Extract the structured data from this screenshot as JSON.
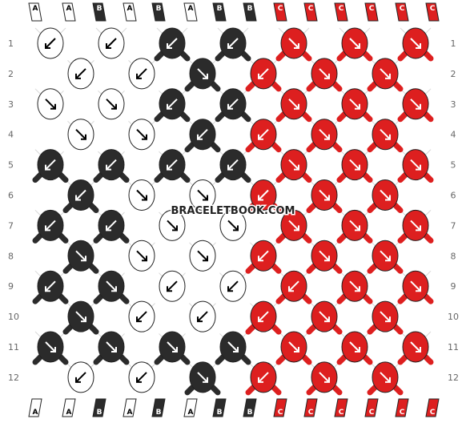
{
  "watermark": "BRACELETBOOK.COM",
  "colors": {
    "A": "#ffffff",
    "B": "#2b2b2b",
    "C": "#dd1f1f",
    "outline": "#222222",
    "guide": "#d8d8d8"
  },
  "string_labels_top": [
    "A",
    "A",
    "B",
    "A",
    "B",
    "A",
    "B",
    "B",
    "C",
    "C",
    "C",
    "C",
    "C",
    "C"
  ],
  "string_labels_bottom": [
    "A",
    "A",
    "B",
    "A",
    "B",
    "A",
    "B",
    "B",
    "C",
    "C",
    "C",
    "C",
    "C",
    "C"
  ],
  "row_labels": [
    "1",
    "2",
    "3",
    "4",
    "5",
    "6",
    "7",
    "8",
    "9",
    "10",
    "11",
    "12"
  ],
  "knot_rows": [
    [
      {
        "c": "A",
        "d": "f"
      },
      {
        "c": "A",
        "d": "f"
      },
      {
        "c": "B",
        "d": "f"
      },
      {
        "c": "B",
        "d": "f"
      },
      {
        "c": "C",
        "d": "b"
      },
      {
        "c": "C",
        "d": "b"
      },
      {
        "c": "C",
        "d": "b"
      }
    ],
    [
      {
        "c": "A",
        "d": "fb"
      },
      {
        "c": "A",
        "d": "fb"
      },
      {
        "c": "B",
        "d": "b"
      },
      {
        "c": "C",
        "d": "f"
      },
      {
        "c": "C",
        "d": "b"
      },
      {
        "c": "C",
        "d": "b"
      }
    ],
    [
      {
        "c": "A",
        "d": "b"
      },
      {
        "c": "A",
        "d": "b"
      },
      {
        "c": "B",
        "d": "f"
      },
      {
        "c": "B",
        "d": "f"
      },
      {
        "c": "C",
        "d": "b"
      },
      {
        "c": "C",
        "d": "b"
      },
      {
        "c": "C",
        "d": "b"
      }
    ],
    [
      {
        "c": "A",
        "d": "b"
      },
      {
        "c": "A",
        "d": "b"
      },
      {
        "c": "B",
        "d": "f"
      },
      {
        "c": "C",
        "d": "f"
      },
      {
        "c": "C",
        "d": "b"
      },
      {
        "c": "C",
        "d": "b"
      }
    ],
    [
      {
        "c": "B",
        "d": "f"
      },
      {
        "c": "B",
        "d": "f"
      },
      {
        "c": "B",
        "d": "f"
      },
      {
        "c": "B",
        "d": "f"
      },
      {
        "c": "C",
        "d": "b"
      },
      {
        "c": "C",
        "d": "b"
      },
      {
        "c": "C",
        "d": "b"
      }
    ],
    [
      {
        "c": "B",
        "d": "f"
      },
      {
        "c": "A",
        "d": "b"
      },
      {
        "c": "A",
        "d": "b"
      },
      {
        "c": "C",
        "d": "f"
      },
      {
        "c": "C",
        "d": "b"
      },
      {
        "c": "C",
        "d": "b"
      }
    ],
    [
      {
        "c": "B",
        "d": "f"
      },
      {
        "c": "B",
        "d": "f"
      },
      {
        "c": "A",
        "d": "b"
      },
      {
        "c": "A",
        "d": "b"
      },
      {
        "c": "C",
        "d": "b"
      },
      {
        "c": "C",
        "d": "b"
      },
      {
        "c": "C",
        "d": "b"
      }
    ],
    [
      {
        "c": "B",
        "d": "b"
      },
      {
        "c": "A",
        "d": "bf"
      },
      {
        "c": "A",
        "d": "bf"
      },
      {
        "c": "C",
        "d": "f"
      },
      {
        "c": "C",
        "d": "b"
      },
      {
        "c": "C",
        "d": "b"
      }
    ],
    [
      {
        "c": "B",
        "d": "f"
      },
      {
        "c": "B",
        "d": "b"
      },
      {
        "c": "A",
        "d": "f"
      },
      {
        "c": "A",
        "d": "f"
      },
      {
        "c": "C",
        "d": "f"
      },
      {
        "c": "C",
        "d": "b"
      },
      {
        "c": "C",
        "d": "b"
      }
    ],
    [
      {
        "c": "B",
        "d": "b"
      },
      {
        "c": "A",
        "d": "f"
      },
      {
        "c": "A",
        "d": "f"
      },
      {
        "c": "C",
        "d": "f"
      },
      {
        "c": "C",
        "d": "b"
      },
      {
        "c": "C",
        "d": "b"
      }
    ],
    [
      {
        "c": "B",
        "d": "b"
      },
      {
        "c": "B",
        "d": "b"
      },
      {
        "c": "B",
        "d": "b"
      },
      {
        "c": "B",
        "d": "b"
      },
      {
        "c": "C",
        "d": "b"
      },
      {
        "c": "C",
        "d": "b"
      },
      {
        "c": "C",
        "d": "b"
      }
    ],
    [
      {
        "c": "A",
        "d": "f"
      },
      {
        "c": "A",
        "d": "f"
      },
      {
        "c": "B",
        "d": "b"
      },
      {
        "c": "C",
        "d": "f"
      },
      {
        "c": "C",
        "d": "b"
      },
      {
        "c": "C",
        "d": "b"
      }
    ]
  ]
}
